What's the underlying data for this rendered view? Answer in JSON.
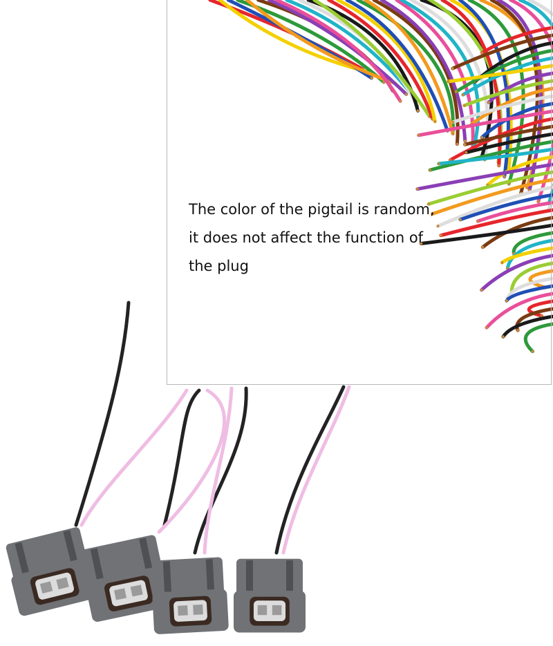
{
  "caption": {
    "lines": [
      "The color of the pigtail is random,",
      "it does not affect the function of",
      "the plug"
    ]
  },
  "colors": {
    "background": "#ffffff",
    "connector_body": "#707276",
    "connector_dark": "#4e5053",
    "connector_insert": "#dcdcdc",
    "wire_black": "#232325",
    "wire_pink": "#efbde3",
    "panel_border": "#b8b8b8",
    "pigtail_palette": [
      "#e6262c",
      "#f4d000",
      "#1f4fb5",
      "#2d9a3a",
      "#f39a1e",
      "#7a3b12",
      "#8a3fb5",
      "#e94f9a",
      "#20b4c8",
      "#ffffff",
      "#1a1a1a",
      "#9acd32"
    ]
  },
  "icons": [
    "pigtail-wire-fan",
    "connector-plug"
  ]
}
